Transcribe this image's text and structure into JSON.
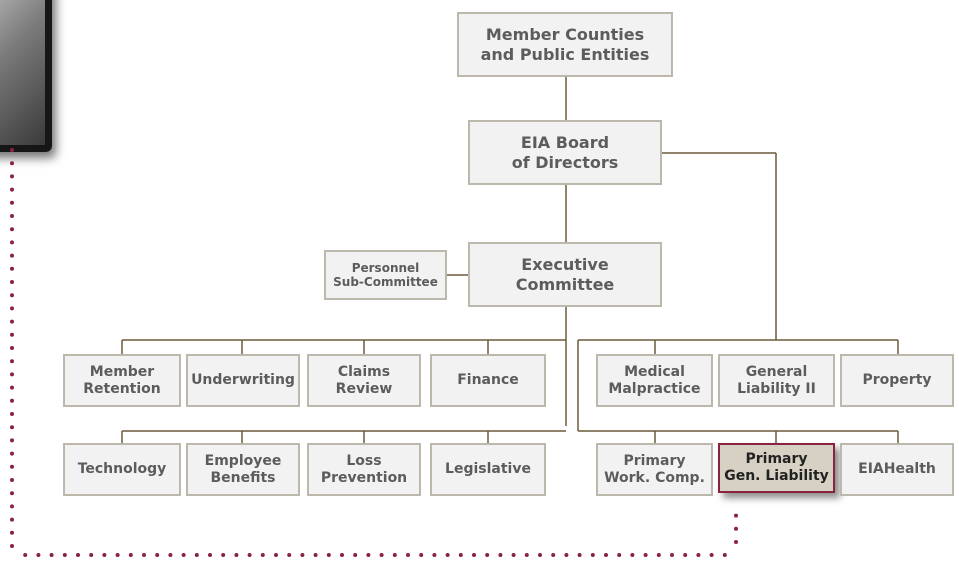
{
  "colors": {
    "connector": "#6b5a3a",
    "dotted_trail": "#8a2342",
    "box_fill": "#f2f2f2",
    "box_border": "#bdb8ac",
    "highlight_fill": "#d6d1c3",
    "highlight_border": "#8a2342"
  },
  "nodes": {
    "member_counties": "Member Counties\nand Public Entities",
    "board": "EIA Board\nof Directors",
    "executive": "Executive\nCommittee",
    "personnel": "Personnel\nSub-Committee",
    "member_retention": "Member\nRetention",
    "underwriting": "Underwriting",
    "claims_review": "Claims\nReview",
    "finance": "Finance",
    "technology": "Technology",
    "employee_benefits": "Employee\nBenefits",
    "loss_prevention": "Loss\nPrevention",
    "legislative": "Legislative",
    "medical_malpractice": "Medical\nMalpractice",
    "general_liability_ii": "General\nLiability II",
    "property": "Property",
    "primary_work_comp": "Primary\nWork. Comp.",
    "primary_gen_liability": "Primary\nGen. Liability",
    "eiahealth": "EIAHealth"
  }
}
